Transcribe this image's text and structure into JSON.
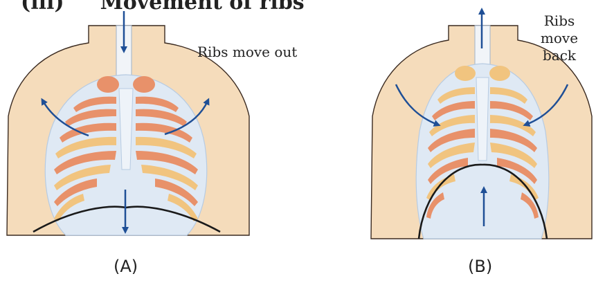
{
  "heading": {
    "number": "(iii)",
    "text": "Movement of ribs"
  },
  "panel_a": {
    "label": "Ribs move out",
    "caption": "(A)"
  },
  "panel_b": {
    "label_line1": "Ribs move",
    "label_line2": "back",
    "caption": "(B)"
  },
  "colors": {
    "skin": "#f5dcbb",
    "skin_outline": "#3a2a20",
    "rib": "#e8916a",
    "rib_pale": "#f1c47f",
    "cartilage": "#dfe9f4",
    "cartilage_edge": "#b7cbe2",
    "arrow": "#1f4f96",
    "diaphragm": "#1a1a1a"
  }
}
